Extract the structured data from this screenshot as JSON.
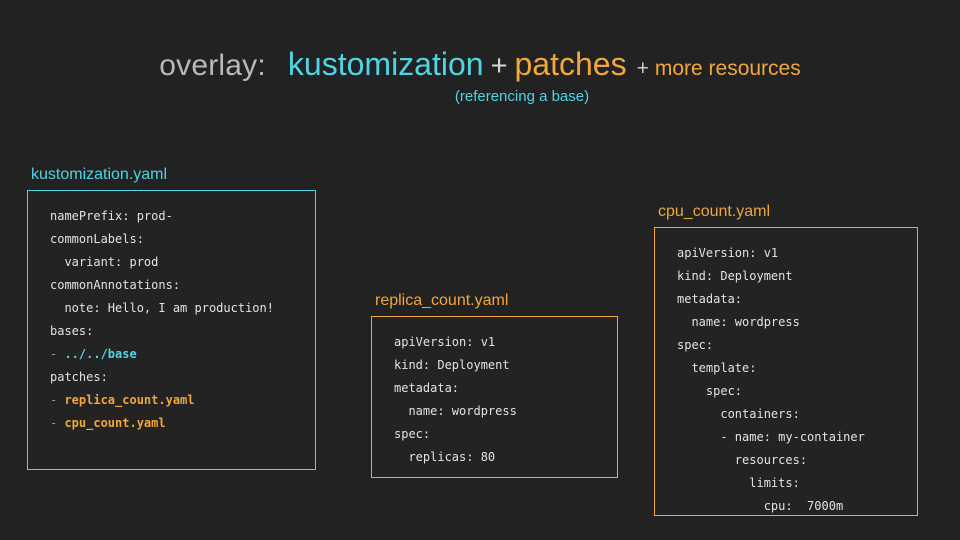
{
  "slide": {
    "background_color": "#222222",
    "heading": {
      "prefix": "overlay:",
      "term1": "kustomization",
      "plus1": "+",
      "term2": "patches",
      "plus2": "+",
      "term3": "more resources",
      "subtitle": "(referencing a base)"
    },
    "colors": {
      "cyan": "#4fd4e4",
      "orange": "#f0a73c",
      "gray_text": "#b9b9b9",
      "code_text": "#e2e2e2",
      "dash": "#9a9a9a"
    }
  },
  "cards": [
    {
      "id": "kustomization",
      "label": "kustomization.yaml",
      "accent": "#4fd4e4",
      "lines": [
        {
          "text": "namePrefix: prod-",
          "class": ""
        },
        {
          "text": "commonLabels:",
          "class": ""
        },
        {
          "text": "  variant: prod",
          "class": ""
        },
        {
          "text": "commonAnnotations:",
          "class": ""
        },
        {
          "text": "  note: Hello, I am production!",
          "class": ""
        },
        {
          "text": "bases:",
          "class": ""
        },
        {
          "dash": "- ",
          "value": "../../base",
          "class": "cyan"
        },
        {
          "text": "patches:",
          "class": ""
        },
        {
          "dash": "- ",
          "value": "replica_count.yaml",
          "class": "orange"
        },
        {
          "dash": "- ",
          "value": "cpu_count.yaml",
          "class": "orange"
        }
      ]
    },
    {
      "id": "replica",
      "label": "replica_count.yaml",
      "accent": "#f0a73c",
      "lines": [
        {
          "text": "apiVersion: v1",
          "class": ""
        },
        {
          "text": "kind: Deployment",
          "class": ""
        },
        {
          "text": "metadata:",
          "class": ""
        },
        {
          "text": "  name: wordpress",
          "class": ""
        },
        {
          "text": "spec:",
          "class": ""
        },
        {
          "text": "  replicas: 80",
          "class": ""
        }
      ]
    },
    {
      "id": "cpu",
      "label": "cpu_count.yaml",
      "accent": "#f0a73c",
      "lines": [
        {
          "text": "apiVersion: v1",
          "class": ""
        },
        {
          "text": "kind: Deployment",
          "class": ""
        },
        {
          "text": "metadata:",
          "class": ""
        },
        {
          "text": "  name: wordpress",
          "class": ""
        },
        {
          "text": "spec:",
          "class": ""
        },
        {
          "text": "  template:",
          "class": ""
        },
        {
          "text": "    spec:",
          "class": ""
        },
        {
          "text": "      containers:",
          "class": ""
        },
        {
          "text": "      - name: my-container",
          "class": ""
        },
        {
          "text": "        resources:",
          "class": ""
        },
        {
          "text": "          limits:",
          "class": ""
        },
        {
          "text": "            cpu:  7000m",
          "class": ""
        }
      ]
    }
  ]
}
